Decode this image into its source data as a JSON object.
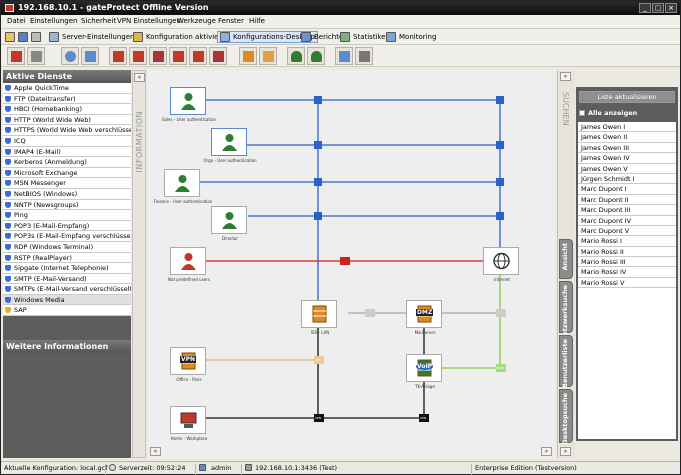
{
  "title": "192.168.10.1 - gateProtect Offline Version",
  "window_buttons": [
    "_",
    "□",
    "×"
  ],
  "menu": [
    "Datei",
    "Einstellungen",
    "Sicherheit",
    "VPN Einstellungen",
    "Werkzeuge",
    "Fenster",
    "Hilfe"
  ],
  "toolbar1": [
    {
      "label": "Server-Einstellungen ..."
    },
    {
      "label": "Konfiguration aktivieren"
    },
    {
      "label": "Konfigurations-Desktop"
    },
    {
      "label": "Berichte"
    },
    {
      "label": "Statistiken"
    },
    {
      "label": "Monitoring"
    }
  ],
  "left": {
    "header": "Aktive Dienste",
    "services": [
      "Apple QuickTime",
      "FTP (Dateitransfer)",
      "HBCI (Homebanking)",
      "HTTP (World Wide Web)",
      "HTTPS (World Wide Web verschlüsselt)",
      "ICQ",
      "IMAP4 (E-Mail)",
      "Kerberos (Anmeldung)",
      "Microsoft Exchange",
      "MSN Messenger",
      "NetBIOS (Windows)",
      "NNTP (Newsgroups)",
      "Ping",
      "POP3 (E-Mail-Empfang)",
      "POP3s (E-Mail-Empfang verschlüsselt)",
      "RDP (Windows Terminal)",
      "RSTP (RealPlayer)",
      "Sipgate (Internet Telephonie)",
      "SMTP (E-Mail-Versand)",
      "SMTPs (E-Mail-Versand verschlüsselt)",
      "Windows Media",
      "SAP"
    ],
    "header2": "Weitere Informationen"
  },
  "info_tab": "INFORMATION",
  "canvas": {
    "nodes": [
      {
        "label": "Sales - User authentication",
        "color": "#2e7d32"
      },
      {
        "label": "Orga - User authentication",
        "color": "#2e7d32"
      },
      {
        "label": "Finance - User authentication",
        "color": "#2e7d32"
      },
      {
        "label": "Director",
        "color": "#2e7d32"
      },
      {
        "label": "Not predefined users",
        "color": "#c0392b"
      },
      {
        "label": "Internet",
        "color": "#555555"
      },
      {
        "label": "ISR - LAN",
        "color": "#e08a1e"
      },
      {
        "label": "Mailserver",
        "color": "#e08a1e"
      },
      {
        "label": "Office - Paris",
        "color": "#e08a1e"
      },
      {
        "label": "TK-Anlage",
        "color": "#2e7d32"
      },
      {
        "label": "Home - Workplace",
        "color": "#c0392b"
      }
    ],
    "badges": [
      "VPN",
      "DMZ",
      "VoIP"
    ],
    "pin_labels": [
      "VPN",
      "VPN",
      "VPN",
      "DMZ"
    ]
  },
  "right": {
    "search_tab": "SUCHEN",
    "refresh_label": "Liste aktualisieren",
    "show_all_label": "Alle anzeigen",
    "users": [
      "James Owen I",
      "James Owen II",
      "James Owen III",
      "James Owen IV",
      "James Owen V",
      "Jürgen Schmidt I",
      "Marc Dupont I",
      "Marc Dupont II",
      "Marc Dupont III",
      "Marc Dupont IV",
      "Marc Dupont V",
      "Mario Rossi I",
      "Mario Rossi II",
      "Mario Rossi III",
      "Mario Rossi IV",
      "Mario Rossi V"
    ],
    "tabs": [
      "Ansicht",
      "Netzwerksuche",
      "Benutzerliste",
      "Desktopsuche"
    ]
  },
  "status": {
    "config": "Aktuelle Konfiguration: local.gcf",
    "server_time": "Serverzeit: 09:52:24",
    "user": "admin",
    "address": "192.168.10.1:3436 (Test)",
    "edition": "Enterprise Edition (Testversion)"
  }
}
